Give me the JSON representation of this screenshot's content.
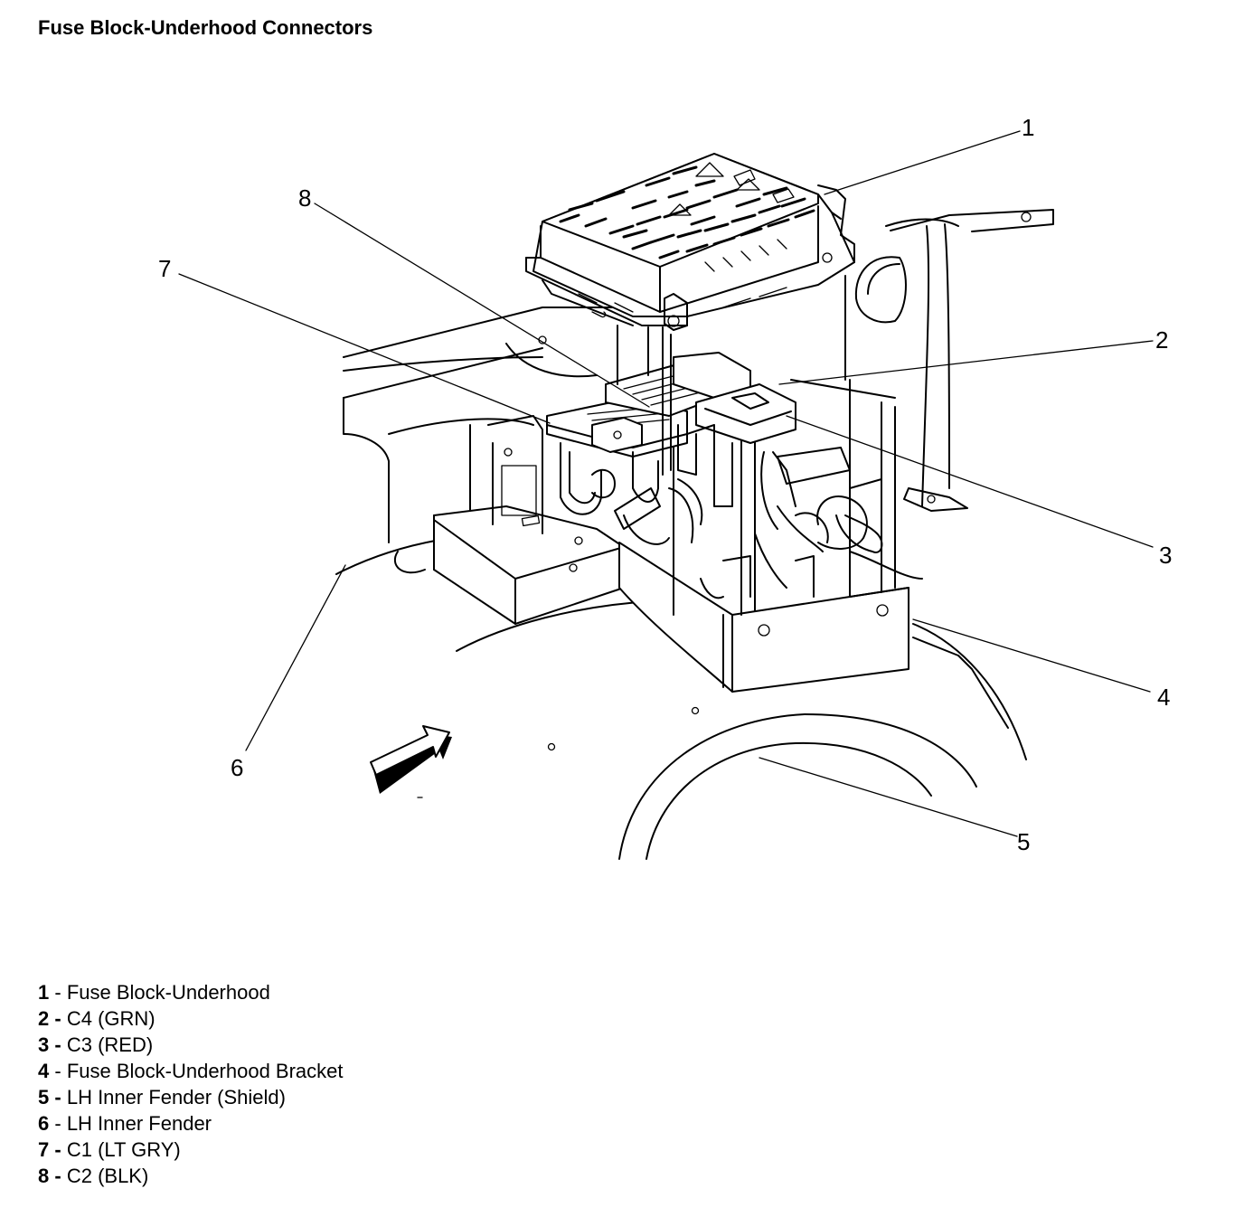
{
  "title": "Fuse Block-Underhood Connectors",
  "callouts": [
    {
      "num": "1",
      "text": "Fuse Block-Underhood"
    },
    {
      "num": "2",
      "text": "C4 (GRN)"
    },
    {
      "num": "3",
      "text": "C3 (RED)"
    },
    {
      "num": "4",
      "text": "Fuse Block-Underhood Bracket"
    },
    {
      "num": "5",
      "text": "LH Inner Fender (Shield)"
    },
    {
      "num": "6",
      "text": "LH Inner Fender"
    },
    {
      "num": "7",
      "text": "C1 (LT GRY)"
    },
    {
      "num": "8",
      "text": "C2 (BLK)"
    }
  ]
}
